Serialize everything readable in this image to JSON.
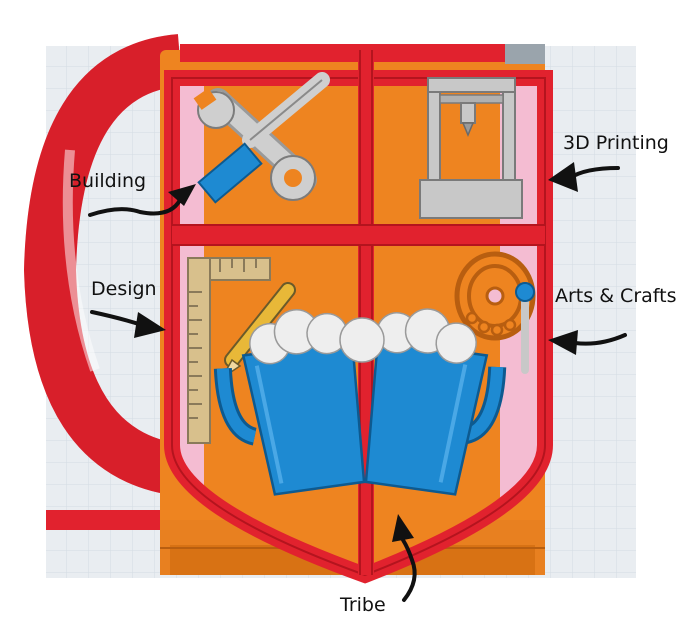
{
  "labels": {
    "building": "Building",
    "printing": "3D Printing",
    "design": "Design",
    "arts": "Arts & Crafts",
    "tribe": "Tribe"
  },
  "colors": {
    "grid_background": "#e9edf1",
    "grid_line": "#d4dbe2",
    "mug_red": "#e1222e",
    "mug_dark_red": "#b4141e",
    "panel_orange": "#ee8420",
    "pink_inner": "#f4bcd2",
    "tool_gray": "#c8c8c8",
    "tool_blue": "#1e8ad2",
    "foam_white": "#eeeeee",
    "ruler_tan": "#d8c08c",
    "arrow": "#111111"
  },
  "icons": {
    "building": "wrench-screwdriver-icon",
    "printing": "3d-printer-icon",
    "design": "ruler-pencil-icon",
    "arts": "palette-brush-icon",
    "tribe": "clinking-mugs-icon"
  }
}
